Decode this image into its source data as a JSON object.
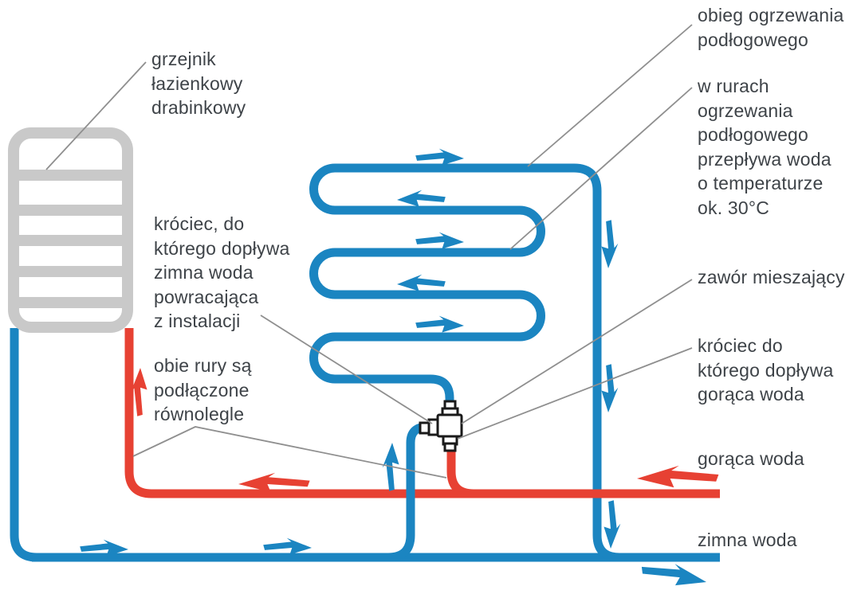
{
  "diagram": {
    "type": "heating-system-schematic",
    "language": "pl",
    "colors": {
      "pipe_blue": "#1b85c1",
      "pipe_red": "#e74133",
      "radiator_grey": "#c9c9c9",
      "leader_grey": "#8f8f8f",
      "valve_outline": "#1a1a1a",
      "text": "#3e4348"
    },
    "labels": [
      {
        "id": "grzejnik",
        "lines": [
          "grzejnik",
          "łazienkowy",
          "drabinkowy"
        ]
      },
      {
        "id": "obieg",
        "lines": [
          "obieg ogrzewania",
          "podłogowego"
        ]
      },
      {
        "id": "w-rurach",
        "lines": [
          "w rurach",
          "ogrzewania",
          "podłogowego",
          "przepływa woda",
          "o temperaturze",
          "ok. 30°C"
        ]
      },
      {
        "id": "krociec-zimna",
        "lines": [
          "króciec, do",
          "którego dopływa",
          "zimna woda",
          "powracająca",
          "z instalacji"
        ]
      },
      {
        "id": "obie-rury",
        "lines": [
          "obie rury są",
          "podłączone",
          "równolegle"
        ]
      },
      {
        "id": "zawor",
        "lines": [
          "zawór mieszający"
        ]
      },
      {
        "id": "krociec-goraca",
        "lines": [
          "króciec do",
          "którego dopływa",
          "gorąca woda"
        ]
      },
      {
        "id": "goraca-woda",
        "lines": [
          "gorąca woda"
        ]
      },
      {
        "id": "zimna-woda",
        "lines": [
          "zimna woda"
        ]
      }
    ],
    "arrows": [
      {
        "on": "coil-run-1",
        "direction": "right",
        "color": "blue"
      },
      {
        "on": "coil-run-2",
        "direction": "left",
        "color": "blue"
      },
      {
        "on": "coil-run-3",
        "direction": "right",
        "color": "blue"
      },
      {
        "on": "coil-run-4",
        "direction": "left",
        "color": "blue"
      },
      {
        "on": "coil-run-5",
        "direction": "right",
        "color": "blue"
      },
      {
        "on": "coil-return-vertical",
        "direction": "down",
        "color": "blue",
        "count": 3
      },
      {
        "on": "cold-bottom-line",
        "direction": "right",
        "color": "blue",
        "count": 2
      },
      {
        "on": "valve-cold-inlet",
        "direction": "up",
        "color": "blue"
      },
      {
        "on": "radiator-supply",
        "direction": "up",
        "color": "red"
      },
      {
        "on": "hot-line",
        "direction": "left",
        "color": "red"
      },
      {
        "on": "hot-water-inlet",
        "direction": "left",
        "color": "red"
      },
      {
        "on": "cold-water-outlet",
        "direction": "right",
        "color": "blue"
      }
    ]
  }
}
